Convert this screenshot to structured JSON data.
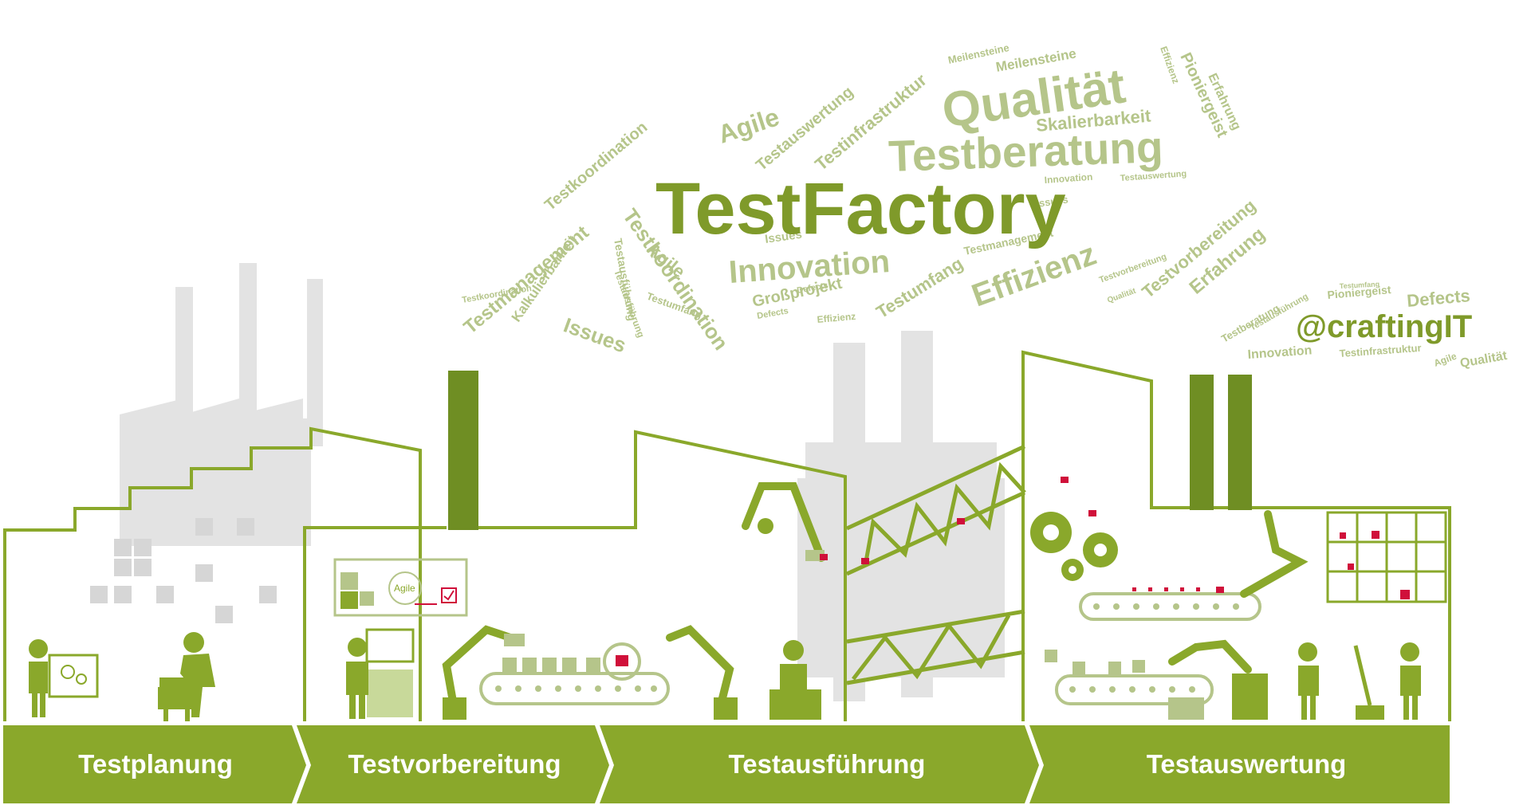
{
  "colors": {
    "green": "#8aa82b",
    "dark_green": "#6f8e23",
    "light_green": "#b5c58a",
    "gray": "#dadada",
    "dark_gray": "#c8c8c8",
    "bug_red": "#d0103a"
  },
  "cloud": {
    "title": "TestFactory",
    "words": [
      "Qualität",
      "Testberatung",
      "Innovation",
      "Effizienz",
      "Agile",
      "Testkoordination",
      "Testmanagement",
      "Skalierbarkeit",
      "Testinfrastruktur",
      "Testauswertung",
      "Meilensteine",
      "Meilensteine",
      "Issues",
      "Pioniergeist",
      "Erfahrung",
      "Effizienz",
      "Großprojekt",
      "Testumfang",
      "Testmanagement",
      "Kalkulierbarkeit",
      "Testvorbereitung",
      "Erfahrung",
      "Issues",
      "Agile",
      "Testkoordination",
      "Testausführung",
      "Testumfang",
      "Defects",
      "Effizienz",
      "Testvorbereitung",
      "Qualität",
      "Innovation",
      "Testauswertung",
      "Testkoordination",
      "Testausführung",
      "Issues",
      "Defects"
    ]
  },
  "cloud2": {
    "handle": "@craftingIT",
    "words": [
      "Defects",
      "Pioniergeist",
      "Testumfang",
      "Testberatung",
      "Testausführung",
      "Innovation",
      "Testinfrastruktur",
      "Agile",
      "Qualität"
    ]
  },
  "screen_label": "Agile",
  "phases": [
    {
      "label": "Testplanung"
    },
    {
      "label": "Testvorbereitung"
    },
    {
      "label": "Testausführung"
    },
    {
      "label": "Testauswertung"
    }
  ]
}
